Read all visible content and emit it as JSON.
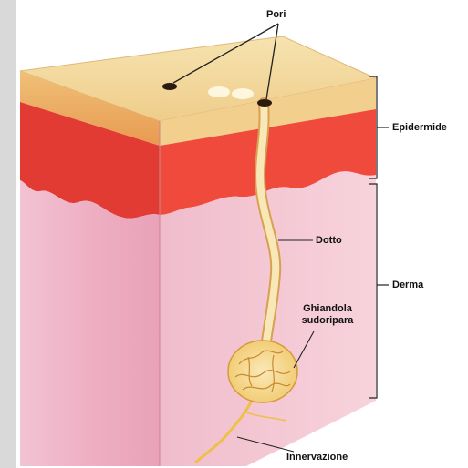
{
  "labels": {
    "pores": "Pori",
    "epidermis": "Epidermide",
    "duct": "Dotto",
    "dermis": "Derma",
    "gland_line1": "Ghiandola",
    "gland_line2": "sudoripara",
    "innervation": "Innervazione"
  },
  "colors": {
    "epidermis_top": "#f2d79a",
    "epidermis_front": "#e8a85a",
    "red_band": "#e63a32",
    "dermis_front": "#efb6c8",
    "dermis_side": "#f4c3cf",
    "duct": "#f6e0a8",
    "gland": "#f3d27e",
    "nerve": "#f0c048",
    "background_strip": "#d9d9d9"
  }
}
